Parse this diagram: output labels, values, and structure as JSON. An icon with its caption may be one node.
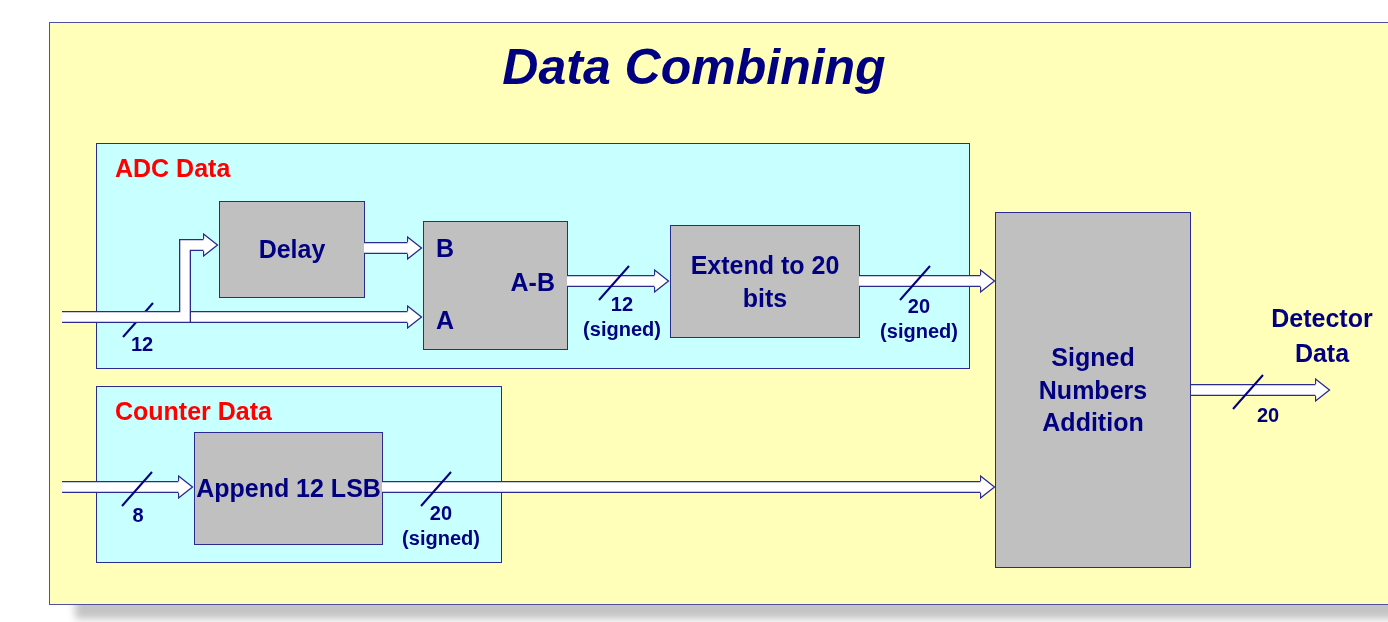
{
  "diagram": {
    "title": "Data Combining",
    "nodes": [
      {
        "text": [
          "ADC Data"
        ]
      },
      {
        "text": [
          "Delay"
        ],
        "in": 0
      },
      {
        "text": [
          "B",
          "A-B",
          "A"
        ],
        "in": 0
      },
      {
        "text": [
          "Extend to 20 bits"
        ],
        "in": 0
      },
      {
        "text": [
          "Counter Data"
        ]
      },
      {
        "text": [
          "Append 12 LSB"
        ],
        "in": 4
      },
      {
        "text": [
          "Signed Numbers Addition"
        ]
      }
    ],
    "edges": [
      {
        "from": null,
        "to": 2,
        "arrow": "to",
        "label": "12"
      },
      {
        "from": null,
        "to": 1,
        "arrow": "to"
      },
      {
        "from": 1,
        "to": 2,
        "arrow": "to"
      },
      {
        "from": 2,
        "to": 3,
        "arrow": "to",
        "label": "12 (signed)"
      },
      {
        "from": 3,
        "to": 6,
        "arrow": "to",
        "label": "20 (signed)"
      },
      {
        "from": null,
        "to": 5,
        "arrow": "to",
        "label": "8"
      },
      {
        "from": 5,
        "to": 6,
        "arrow": "to",
        "label": "20 (signed)"
      },
      {
        "from": 6,
        "to": null,
        "arrow": "to",
        "label": "20"
      }
    ],
    "labels": [
      "Detector Data"
    ]
  }
}
